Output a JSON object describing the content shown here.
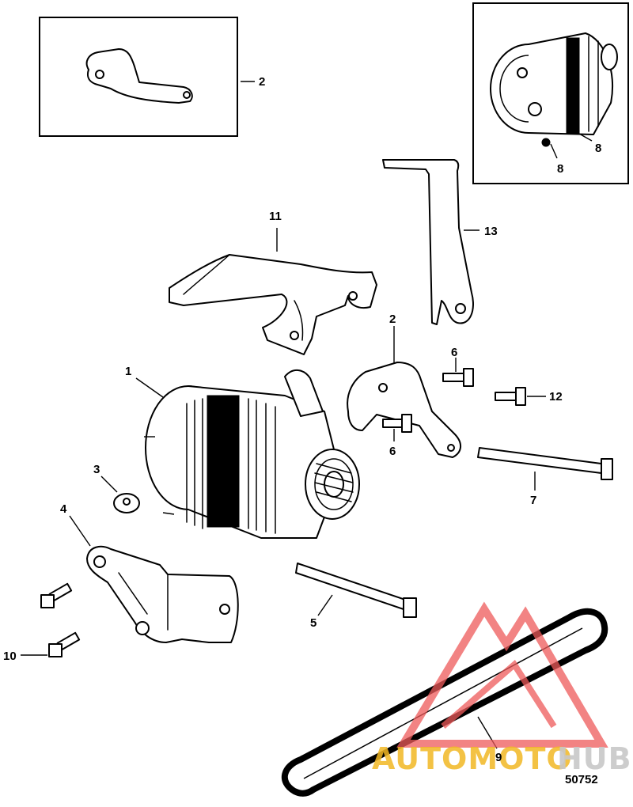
{
  "figure_number": "50752",
  "callouts": [
    {
      "id": "c2a",
      "text": "2"
    },
    {
      "id": "c8a",
      "text": "8"
    },
    {
      "id": "c8b",
      "text": "8"
    },
    {
      "id": "c11",
      "text": "11"
    },
    {
      "id": "c13",
      "text": "13"
    },
    {
      "id": "c2b",
      "text": "2"
    },
    {
      "id": "c6a",
      "text": "6"
    },
    {
      "id": "c12",
      "text": "12"
    },
    {
      "id": "c6b",
      "text": "6"
    },
    {
      "id": "c1",
      "text": "1"
    },
    {
      "id": "c3",
      "text": "3"
    },
    {
      "id": "c7",
      "text": "7"
    },
    {
      "id": "c4",
      "text": "4"
    },
    {
      "id": "c5",
      "text": "5"
    },
    {
      "id": "c10",
      "text": "10"
    },
    {
      "id": "c9",
      "text": "9"
    }
  ],
  "watermark": {
    "text_primary": "AUTOMOTO",
    "text_secondary": "HUB",
    "color_primary": "#f2b824",
    "color_secondary": "#c8c8c8",
    "logo_color": "#ee5a5a",
    "logo_icon": "triangle-logo-icon"
  }
}
